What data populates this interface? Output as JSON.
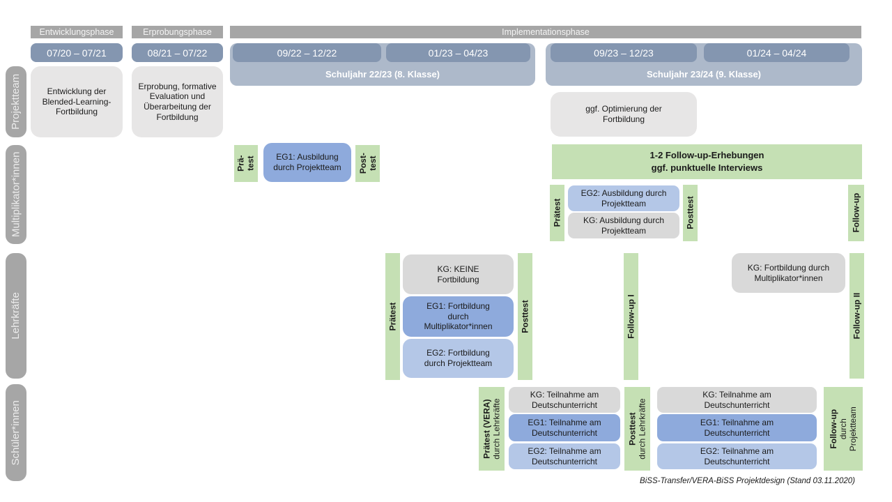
{
  "palette": {
    "phase_header_gray": "#a6a6a6",
    "row_label_gray": "#a6a6a6",
    "date_bar_blue": "#8496b0",
    "school_year_blue": "#adb9ca",
    "box_light_gray": "#e7e6e6",
    "box_kg_gray": "#d9d9d9",
    "box_eg1_blue": "#8eaadc",
    "box_eg2_blue": "#b4c7e7",
    "measure_green": "#c5e0b4",
    "text_dark": "#1a1a1a",
    "text_white": "#ffffff"
  },
  "header": {
    "phases": {
      "p1": "Entwicklungsphase",
      "p2": "Erprobungsphase",
      "p3": "Implementationsphase"
    },
    "dates": {
      "d1": "07/20 – 07/21",
      "d2": "08/21 – 07/22",
      "d3": "09/22 – 12/22",
      "d4": "01/23 – 04/23",
      "d5": "09/23 – 12/23",
      "d6": "01/24 – 04/24"
    },
    "school_years": {
      "sj1": "Schuljahr 22/23 (8. Klasse)",
      "sj2": "Schuljahr 23/24 (9. Klasse)"
    }
  },
  "row_labels": {
    "projektteam": "Projektteam",
    "multiplikatoren": "Multiplikator*innen",
    "lehrkraefte": "Lehrkräfte",
    "schueler": "Schüler*innen"
  },
  "projektteam_row": {
    "entwicklung_box": "Entwicklung der Blended-Learning-Fortbildung",
    "erprobung_box": "Erprobung, formative Evaluation und Überarbeitung der Fortbildung",
    "optimierung_box": "ggf. Optimierung der Fortbildung"
  },
  "multiplikatoren_row": {
    "praetest_sj1": {
      "l1": "Prä-",
      "l2": "test"
    },
    "eg1_box": "EG1: Ausbildung durch Projektteam",
    "posttest_sj1": {
      "l1": "Post-",
      "l2": "test"
    },
    "followup_banner": {
      "l1": "1-2 Follow-up-Erhebungen",
      "l2": "ggf. punktuelle Interviews"
    },
    "praetest_sj2": "Prätest",
    "eg2_box": "EG2: Ausbildung durch Projektteam",
    "kg_box": "KG: Ausbildung durch Projektteam",
    "posttest_sj2": "Posttest",
    "followup_bar": "Follow-up"
  },
  "lehrkraefte_row": {
    "praetest_bar": "Prätest",
    "kg_box": "KG: KEINE Fortbildung",
    "eg1_box": "EG1: Fortbildung durch Multiplikator*innen",
    "eg2_box": "EG2: Fortbildung durch Projektteam",
    "posttest_bar": "Posttest",
    "followup1_bar": "Follow-up I",
    "kg_followup_box": "KG: Fortbildung durch Multiplikator*innen",
    "followup2_bar": "Follow-up II"
  },
  "schueler_row": {
    "praetest_bar": {
      "main": "Prätest (VERA)",
      "sub": "durch Lehrkräfte"
    },
    "kg_box_1": "KG: Teilnahme am Deutschunterricht",
    "eg1_box_1": "EG1: Teilnahme am Deutschunterricht",
    "eg2_box_1": "EG2: Teilnahme am Deutschunterricht",
    "posttest_bar": {
      "main": "Posttest",
      "sub": "durch Lehrkräfte"
    },
    "kg_box_2": "KG: Teilnahme am Deutschunterricht",
    "eg1_box_2": "EG1: Teilnahme am Deutschunterricht",
    "eg2_box_2": "EG2: Teilnahme am Deutschunterricht",
    "followup_bar": {
      "main": "Follow-up",
      "sub1": "durch",
      "sub2": "Projektteam"
    }
  },
  "footer": {
    "caption": "BiSS-Transfer/VERA-BiSS Projektdesign (Stand 03.11.2020)"
  }
}
